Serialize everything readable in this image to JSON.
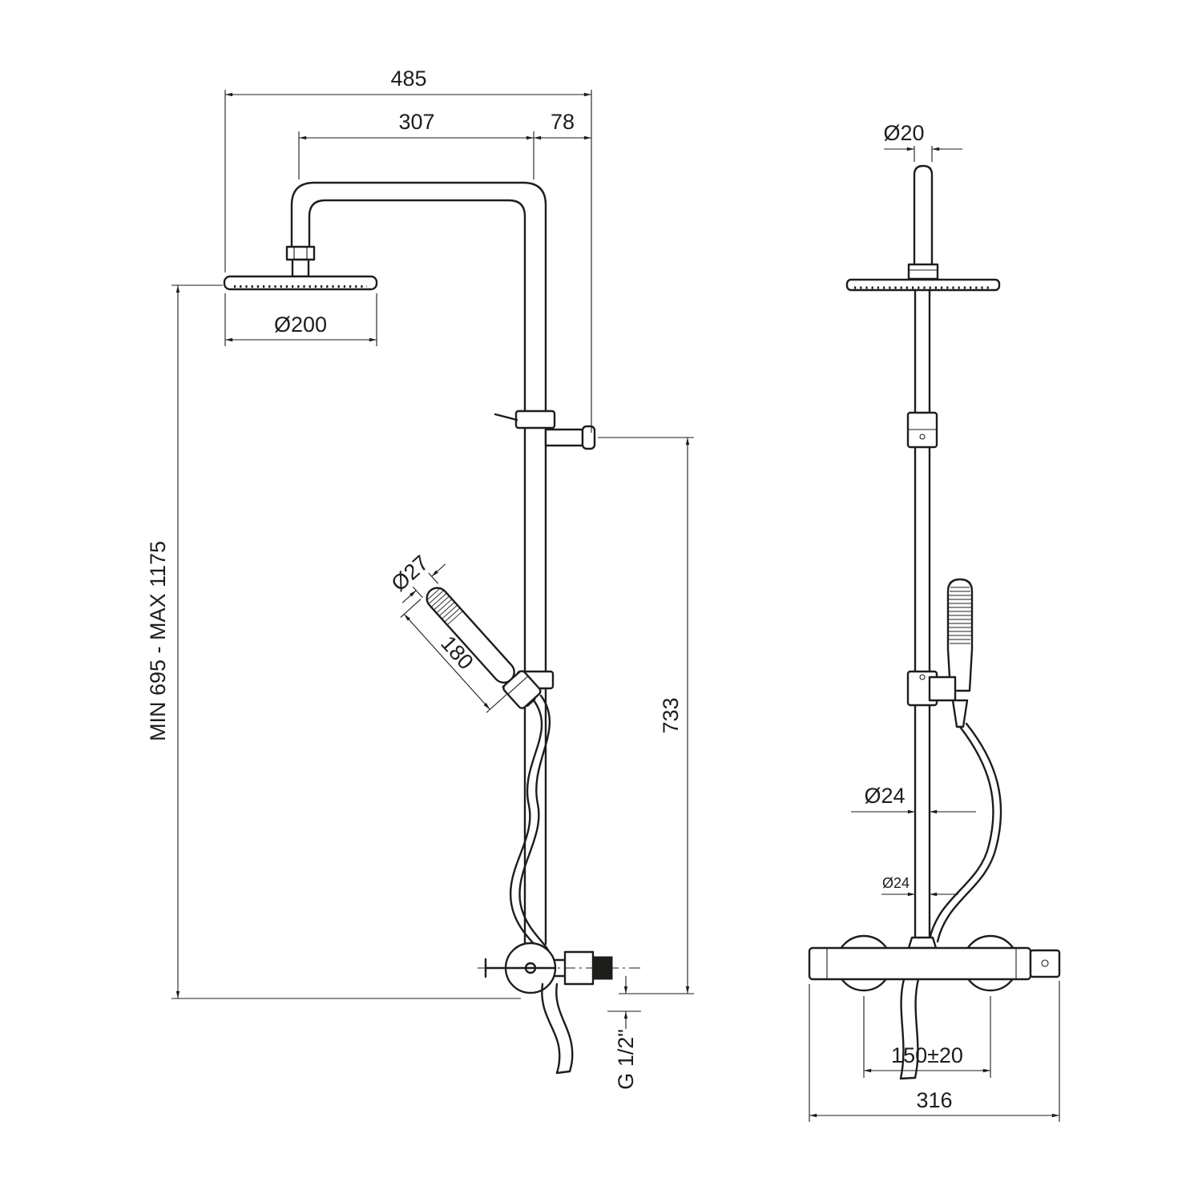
{
  "colors": {
    "background": "#ffffff",
    "line": "#1d1d1b"
  },
  "dimensions": {
    "front": {
      "overall_width": "485",
      "arm_projection": "307",
      "wall_clearance": "78",
      "head_diameter": "Ø200",
      "height_range": "MIN 695 - MAX 1175",
      "handshower_diameter": "Ø27",
      "handshower_length": "180",
      "riser_length": "733",
      "thread": "G 1/2\""
    },
    "side": {
      "arm_pipe_diameter": "Ø20",
      "riser_diameter": "Ø24",
      "riser_diameter_lower": "Ø24",
      "inlet_centers": "150±20",
      "valve_width": "316"
    }
  }
}
